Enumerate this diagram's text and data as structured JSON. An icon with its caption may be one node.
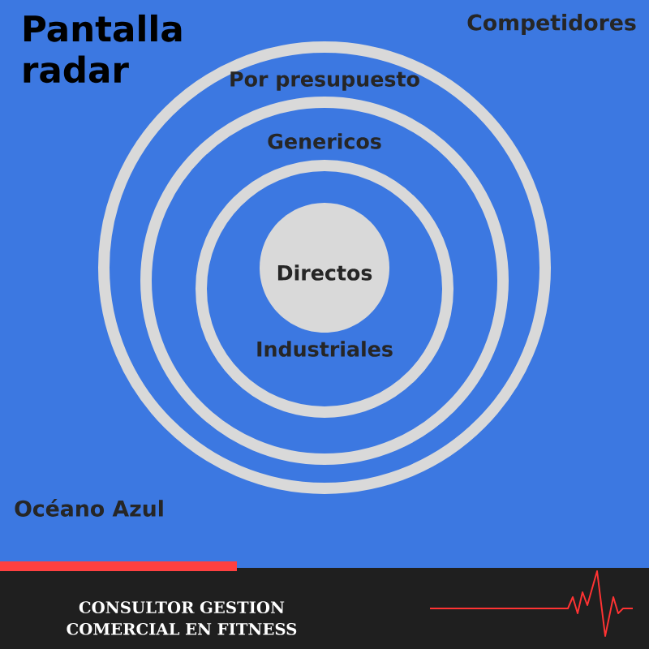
{
  "diagram": {
    "title": "Pantalla radar",
    "nodes": [
      {
        "text": [
          "Por presupuesto"
        ]
      },
      {
        "text": [
          "Genericos"
        ],
        "in": 0
      },
      {
        "text": [
          "Industriales"
        ],
        "in": 1
      },
      {
        "text": [
          "Directos"
        ],
        "in": 2
      }
    ],
    "labels": [
      "Competidores",
      "Océano Azul",
      "CONSULTOR GESTION COMERCIAL EN FITNESS"
    ]
  }
}
